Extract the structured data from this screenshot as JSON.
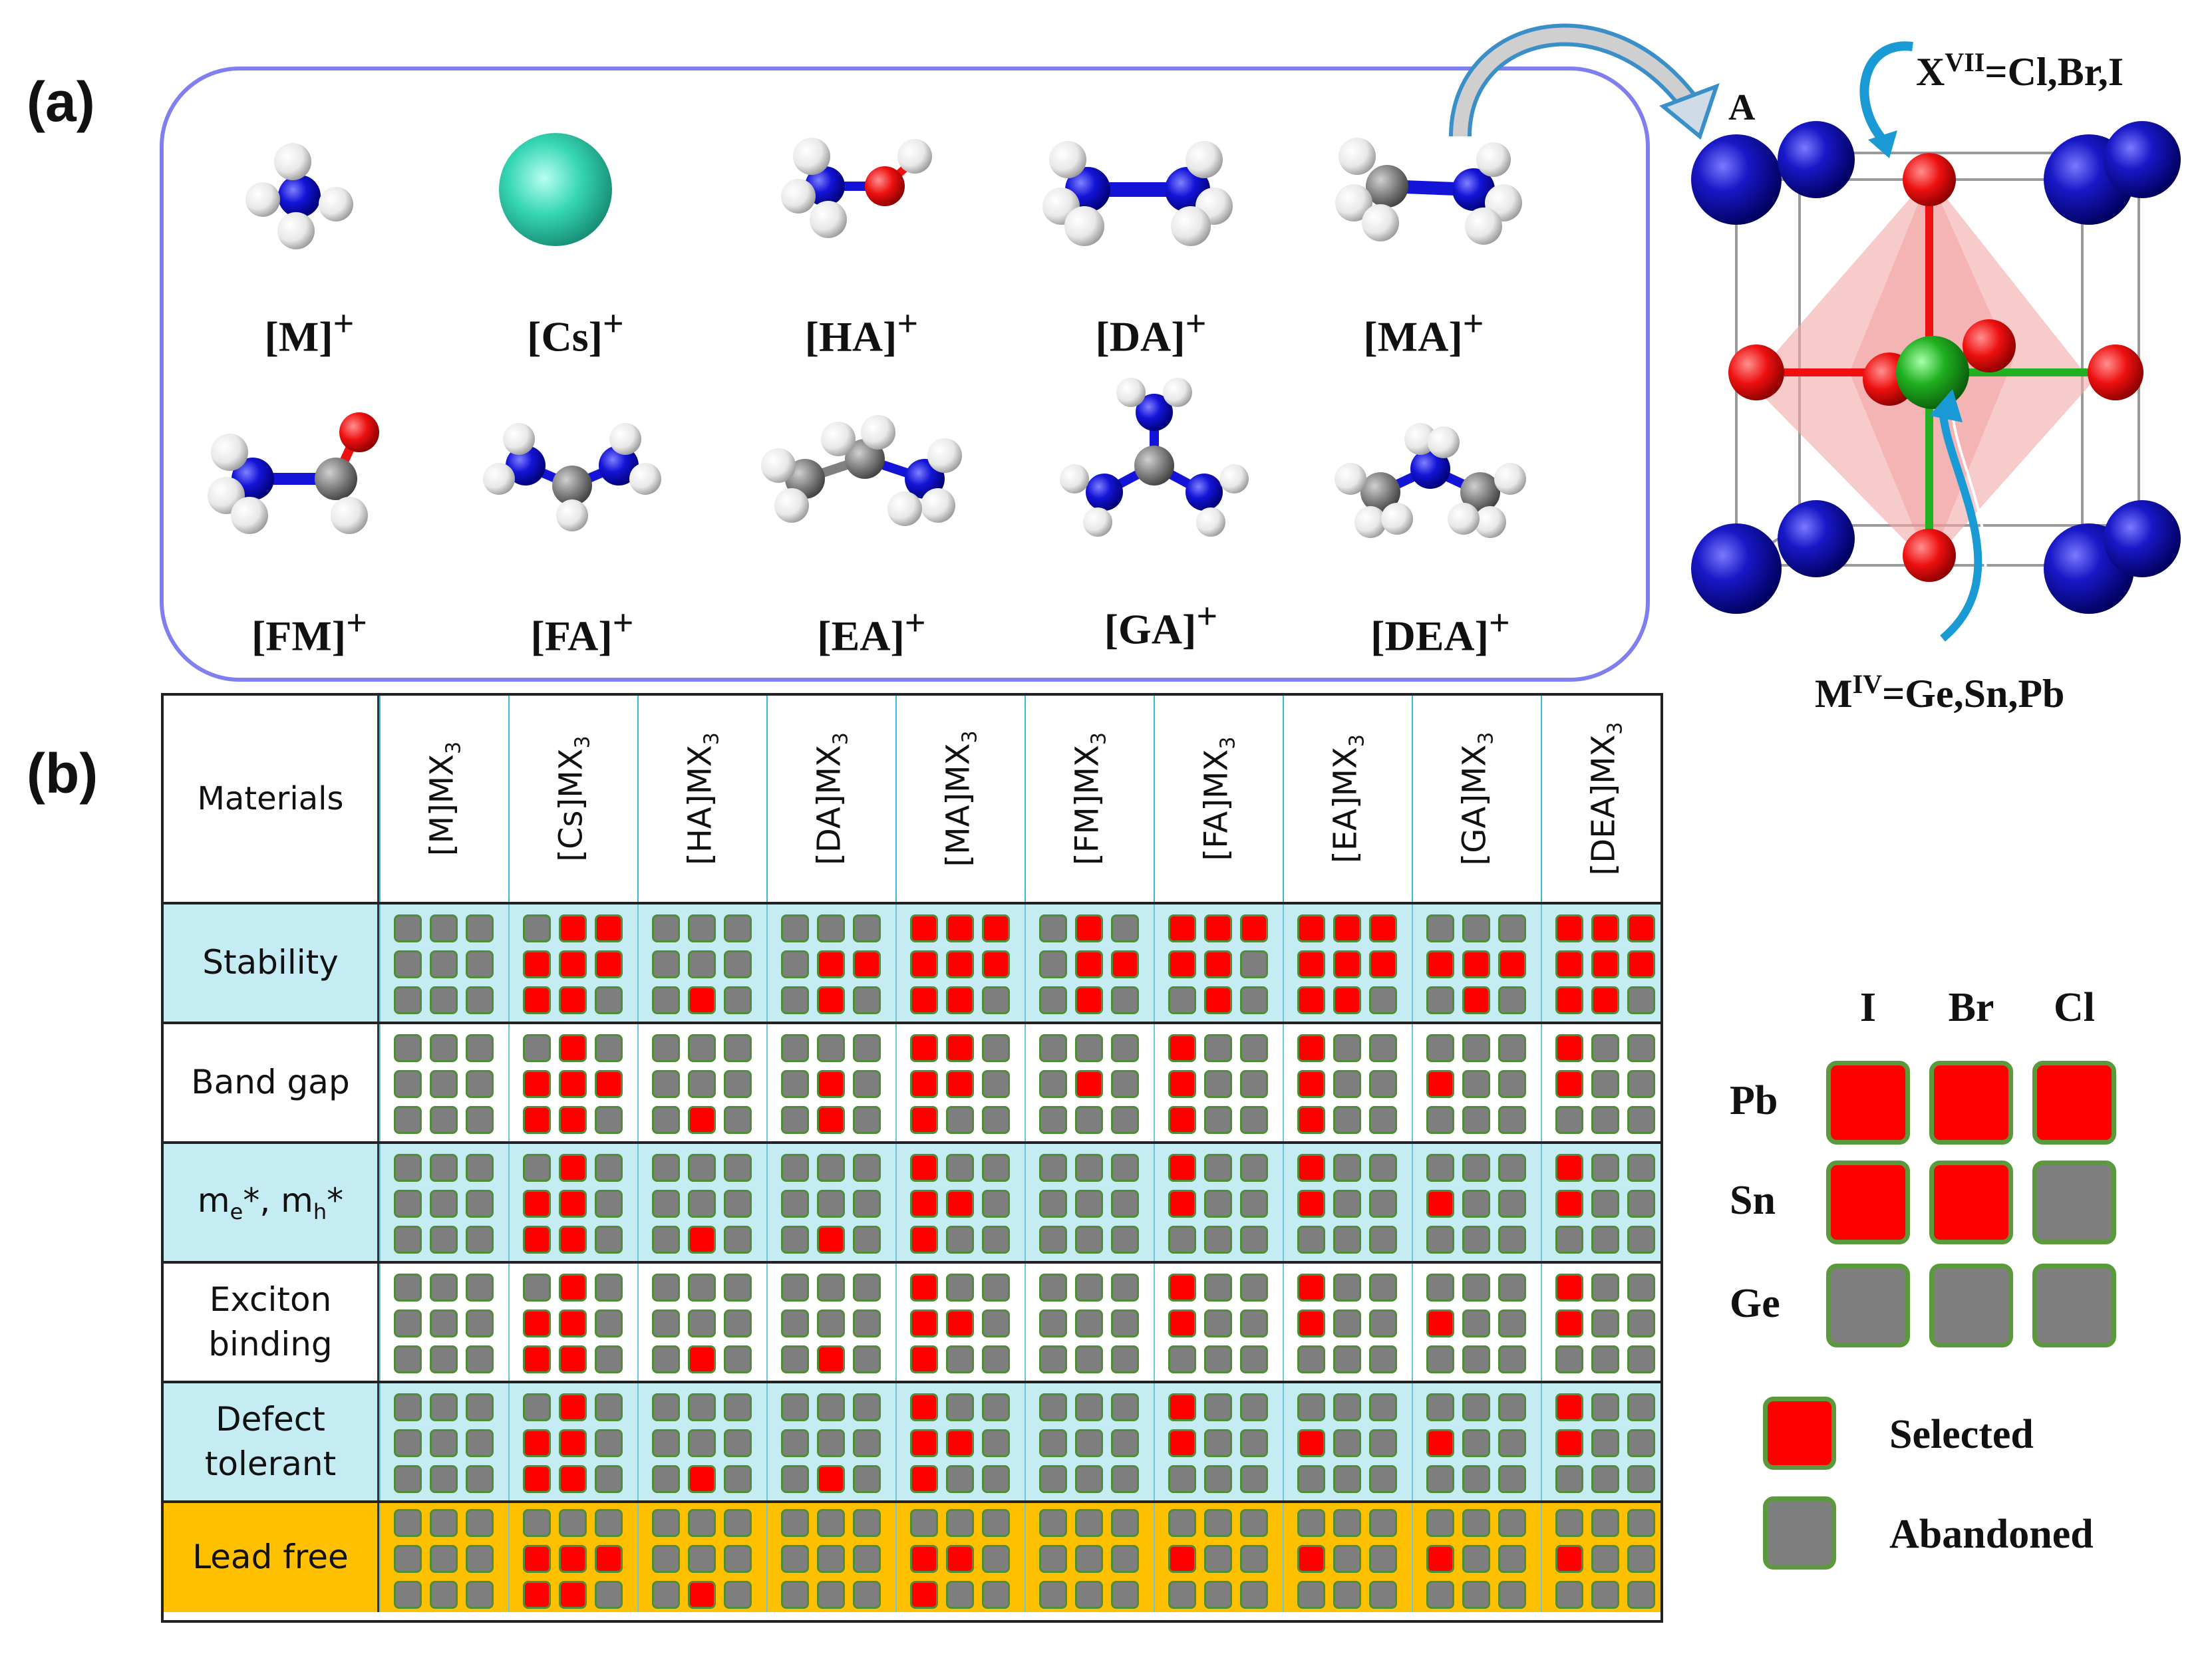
{
  "panel_a_label": "(a)",
  "panel_b_label": "(b)",
  "colors": {
    "selected": "#ff0000",
    "abandoned": "#7f7f7f",
    "cell_border": "#4f8d36",
    "row_blue": "#c5ebf3",
    "row_white": "#ffffff",
    "row_gold": "#ffc000",
    "molecule_box_border": "#7f7ff0",
    "atom_N": "#1010d0",
    "atom_H": "#f2f2f2",
    "atom_C": "#808080",
    "atom_O": "#e01010",
    "atom_Cs": "#3dd9b9",
    "atom_M": "#22bb22"
  },
  "molecules": [
    {
      "name": "[M]",
      "charge": "+",
      "icon": "ammonium-icon"
    },
    {
      "name": "[Cs]",
      "charge": "+",
      "icon": "cesium-ion-icon"
    },
    {
      "name": "[HA]",
      "charge": "+",
      "icon": "hydroxylammonium-icon"
    },
    {
      "name": "[DA]",
      "charge": "+",
      "icon": "hydrazinium-icon"
    },
    {
      "name": "[MA]",
      "charge": "+",
      "icon": "methylammonium-icon"
    },
    {
      "name": "[FM]",
      "charge": "+",
      "icon": "formamidinium-like-icon"
    },
    {
      "name": "[FA]",
      "charge": "+",
      "icon": "formamidinium-icon"
    },
    {
      "name": "[EA]",
      "charge": "+",
      "icon": "ethylammonium-icon"
    },
    {
      "name": "[GA]",
      "charge": "+",
      "icon": "guanidinium-icon"
    },
    {
      "name": "[DEA]",
      "charge": "+",
      "icon": "dimethylammonium-icon"
    }
  ],
  "crystal": {
    "site_A": "A",
    "x_label_base": "X",
    "x_label_sup": "VII",
    "x_label_rest": "=Cl,Br,I",
    "m_label_base": "M",
    "m_label_sup": "IV",
    "m_label_rest": "=Ge,Sn,Pb"
  },
  "table": {
    "header_label": "Materials",
    "columns": [
      "[M]MX",
      "[Cs]MX",
      "[HA]MX",
      "[DA]MX",
      "[MA]MX",
      "[FM]MX",
      "[FA]MX",
      "[EA]MX",
      "[GA]MX",
      "[DEA]MX"
    ],
    "column_subscript": "3",
    "rows": [
      {
        "label_lines": [
          "Stability"
        ],
        "bg": "blue",
        "grids": [
          [
            [
              0,
              0,
              0
            ],
            [
              0,
              0,
              0
            ],
            [
              0,
              0,
              0
            ]
          ],
          [
            [
              0,
              1,
              1
            ],
            [
              1,
              1,
              1
            ],
            [
              1,
              1,
              0
            ]
          ],
          [
            [
              0,
              0,
              0
            ],
            [
              0,
              0,
              0
            ],
            [
              0,
              1,
              0
            ]
          ],
          [
            [
              0,
              0,
              0
            ],
            [
              0,
              1,
              1
            ],
            [
              0,
              1,
              0
            ]
          ],
          [
            [
              1,
              1,
              1
            ],
            [
              1,
              1,
              1
            ],
            [
              1,
              1,
              0
            ]
          ],
          [
            [
              0,
              1,
              0
            ],
            [
              0,
              1,
              1
            ],
            [
              0,
              1,
              0
            ]
          ],
          [
            [
              1,
              1,
              1
            ],
            [
              1,
              1,
              0
            ],
            [
              0,
              1,
              0
            ]
          ],
          [
            [
              1,
              1,
              1
            ],
            [
              1,
              1,
              1
            ],
            [
              1,
              1,
              0
            ]
          ],
          [
            [
              0,
              0,
              0
            ],
            [
              1,
              1,
              1
            ],
            [
              0,
              1,
              0
            ]
          ],
          [
            [
              1,
              1,
              1
            ],
            [
              1,
              1,
              1
            ],
            [
              1,
              1,
              0
            ]
          ]
        ]
      },
      {
        "label_lines": [
          "Band gap"
        ],
        "bg": "white",
        "grids": [
          [
            [
              0,
              0,
              0
            ],
            [
              0,
              0,
              0
            ],
            [
              0,
              0,
              0
            ]
          ],
          [
            [
              0,
              1,
              0
            ],
            [
              1,
              1,
              1
            ],
            [
              1,
              1,
              0
            ]
          ],
          [
            [
              0,
              0,
              0
            ],
            [
              0,
              0,
              0
            ],
            [
              0,
              1,
              0
            ]
          ],
          [
            [
              0,
              0,
              0
            ],
            [
              0,
              1,
              0
            ],
            [
              0,
              1,
              0
            ]
          ],
          [
            [
              1,
              1,
              0
            ],
            [
              1,
              1,
              0
            ],
            [
              1,
              0,
              0
            ]
          ],
          [
            [
              0,
              0,
              0
            ],
            [
              0,
              1,
              0
            ],
            [
              0,
              0,
              0
            ]
          ],
          [
            [
              1,
              0,
              0
            ],
            [
              1,
              0,
              0
            ],
            [
              1,
              0,
              0
            ]
          ],
          [
            [
              1,
              0,
              0
            ],
            [
              1,
              0,
              0
            ],
            [
              1,
              0,
              0
            ]
          ],
          [
            [
              0,
              0,
              0
            ],
            [
              1,
              0,
              0
            ],
            [
              0,
              0,
              0
            ]
          ],
          [
            [
              1,
              0,
              0
            ],
            [
              1,
              0,
              0
            ],
            [
              0,
              0,
              0
            ]
          ]
        ]
      },
      {
        "label_lines": [
          "m_e*, m_h*"
        ],
        "bg": "blue",
        "grids": [
          [
            [
              0,
              0,
              0
            ],
            [
              0,
              0,
              0
            ],
            [
              0,
              0,
              0
            ]
          ],
          [
            [
              0,
              1,
              0
            ],
            [
              1,
              1,
              0
            ],
            [
              1,
              1,
              0
            ]
          ],
          [
            [
              0,
              0,
              0
            ],
            [
              0,
              0,
              0
            ],
            [
              0,
              1,
              0
            ]
          ],
          [
            [
              0,
              0,
              0
            ],
            [
              0,
              0,
              0
            ],
            [
              0,
              1,
              0
            ]
          ],
          [
            [
              1,
              0,
              0
            ],
            [
              1,
              1,
              0
            ],
            [
              1,
              0,
              0
            ]
          ],
          [
            [
              0,
              0,
              0
            ],
            [
              0,
              0,
              0
            ],
            [
              0,
              0,
              0
            ]
          ],
          [
            [
              1,
              0,
              0
            ],
            [
              1,
              0,
              0
            ],
            [
              0,
              0,
              0
            ]
          ],
          [
            [
              1,
              0,
              0
            ],
            [
              1,
              0,
              0
            ],
            [
              0,
              0,
              0
            ]
          ],
          [
            [
              0,
              0,
              0
            ],
            [
              1,
              0,
              0
            ],
            [
              0,
              0,
              0
            ]
          ],
          [
            [
              1,
              0,
              0
            ],
            [
              1,
              0,
              0
            ],
            [
              0,
              0,
              0
            ]
          ]
        ]
      },
      {
        "label_lines": [
          "Exciton",
          "binding"
        ],
        "bg": "white",
        "grids": [
          [
            [
              0,
              0,
              0
            ],
            [
              0,
              0,
              0
            ],
            [
              0,
              0,
              0
            ]
          ],
          [
            [
              0,
              1,
              0
            ],
            [
              1,
              1,
              0
            ],
            [
              1,
              1,
              0
            ]
          ],
          [
            [
              0,
              0,
              0
            ],
            [
              0,
              0,
              0
            ],
            [
              0,
              1,
              0
            ]
          ],
          [
            [
              0,
              0,
              0
            ],
            [
              0,
              0,
              0
            ],
            [
              0,
              1,
              0
            ]
          ],
          [
            [
              1,
              0,
              0
            ],
            [
              1,
              1,
              0
            ],
            [
              1,
              0,
              0
            ]
          ],
          [
            [
              0,
              0,
              0
            ],
            [
              0,
              0,
              0
            ],
            [
              0,
              0,
              0
            ]
          ],
          [
            [
              1,
              0,
              0
            ],
            [
              1,
              0,
              0
            ],
            [
              0,
              0,
              0
            ]
          ],
          [
            [
              1,
              0,
              0
            ],
            [
              1,
              0,
              0
            ],
            [
              0,
              0,
              0
            ]
          ],
          [
            [
              0,
              0,
              0
            ],
            [
              1,
              0,
              0
            ],
            [
              0,
              0,
              0
            ]
          ],
          [
            [
              1,
              0,
              0
            ],
            [
              1,
              0,
              0
            ],
            [
              0,
              0,
              0
            ]
          ]
        ]
      },
      {
        "label_lines": [
          "Defect",
          "tolerant"
        ],
        "bg": "blue",
        "grids": [
          [
            [
              0,
              0,
              0
            ],
            [
              0,
              0,
              0
            ],
            [
              0,
              0,
              0
            ]
          ],
          [
            [
              0,
              1,
              0
            ],
            [
              1,
              1,
              0
            ],
            [
              1,
              1,
              0
            ]
          ],
          [
            [
              0,
              0,
              0
            ],
            [
              0,
              0,
              0
            ],
            [
              0,
              1,
              0
            ]
          ],
          [
            [
              0,
              0,
              0
            ],
            [
              0,
              0,
              0
            ],
            [
              0,
              1,
              0
            ]
          ],
          [
            [
              1,
              0,
              0
            ],
            [
              1,
              1,
              0
            ],
            [
              1,
              0,
              0
            ]
          ],
          [
            [
              0,
              0,
              0
            ],
            [
              0,
              0,
              0
            ],
            [
              0,
              0,
              0
            ]
          ],
          [
            [
              1,
              0,
              0
            ],
            [
              1,
              0,
              0
            ],
            [
              0,
              0,
              0
            ]
          ],
          [
            [
              0,
              0,
              0
            ],
            [
              1,
              0,
              0
            ],
            [
              0,
              0,
              0
            ]
          ],
          [
            [
              0,
              0,
              0
            ],
            [
              1,
              0,
              0
            ],
            [
              0,
              0,
              0
            ]
          ],
          [
            [
              1,
              0,
              0
            ],
            [
              1,
              0,
              0
            ],
            [
              0,
              0,
              0
            ]
          ]
        ]
      },
      {
        "label_lines": [
          "Lead free"
        ],
        "bg": "gold",
        "grids": [
          [
            [
              0,
              0,
              0
            ],
            [
              0,
              0,
              0
            ],
            [
              0,
              0,
              0
            ]
          ],
          [
            [
              0,
              0,
              0
            ],
            [
              1,
              1,
              1
            ],
            [
              1,
              1,
              0
            ]
          ],
          [
            [
              0,
              0,
              0
            ],
            [
              0,
              0,
              0
            ],
            [
              0,
              1,
              0
            ]
          ],
          [
            [
              0,
              0,
              0
            ],
            [
              0,
              0,
              0
            ],
            [
              0,
              0,
              0
            ]
          ],
          [
            [
              0,
              0,
              0
            ],
            [
              1,
              1,
              0
            ],
            [
              1,
              0,
              0
            ]
          ],
          [
            [
              0,
              0,
              0
            ],
            [
              0,
              0,
              0
            ],
            [
              0,
              0,
              0
            ]
          ],
          [
            [
              0,
              0,
              0
            ],
            [
              1,
              0,
              0
            ],
            [
              0,
              0,
              0
            ]
          ],
          [
            [
              0,
              0,
              0
            ],
            [
              1,
              0,
              0
            ],
            [
              0,
              0,
              0
            ]
          ],
          [
            [
              0,
              0,
              0
            ],
            [
              1,
              0,
              0
            ],
            [
              0,
              0,
              0
            ]
          ],
          [
            [
              0,
              0,
              0
            ],
            [
              1,
              0,
              0
            ],
            [
              0,
              0,
              0
            ]
          ]
        ]
      }
    ]
  },
  "legend": {
    "col_labels": [
      "I",
      "Br",
      "Cl"
    ],
    "row_labels": [
      "Pb",
      "Sn",
      "Ge"
    ],
    "grid": [
      [
        1,
        1,
        1
      ],
      [
        1,
        1,
        0
      ],
      [
        0,
        0,
        0
      ]
    ],
    "selected_label": "Selected",
    "abandoned_label": "Abandoned"
  }
}
